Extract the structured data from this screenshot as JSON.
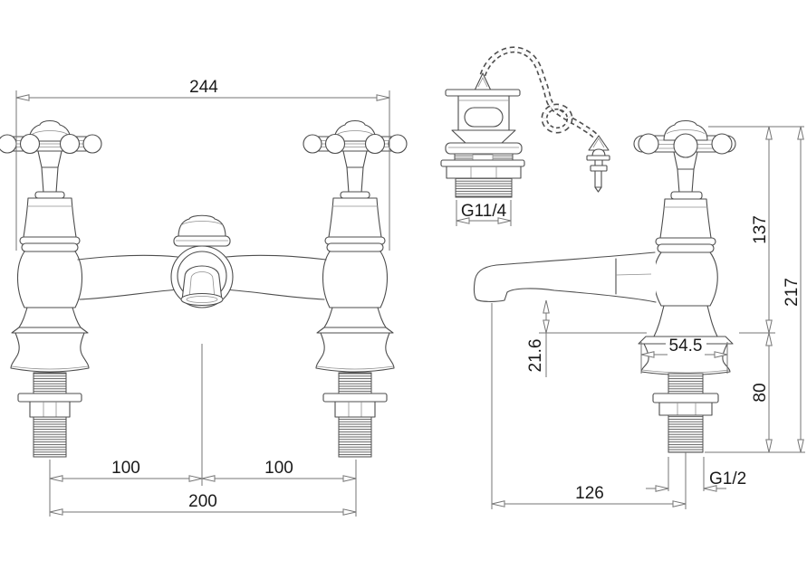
{
  "colors": {
    "line": "#4d4d4d",
    "dim": "#757575",
    "text": "#1a1a1a",
    "bg": "#ffffff"
  },
  "front_view": {
    "overall_width": "244",
    "left_spacing": "100",
    "right_spacing": "100",
    "total_spacing": "200"
  },
  "waste": {
    "thread_size": "G11/4"
  },
  "side_view": {
    "deck_to_outlet": "137",
    "overall_height": "217",
    "spout_drop": "21.6",
    "base_width": "54.5",
    "tail_length": "80",
    "thread_size": "G1/2",
    "spout_reach": "126"
  }
}
